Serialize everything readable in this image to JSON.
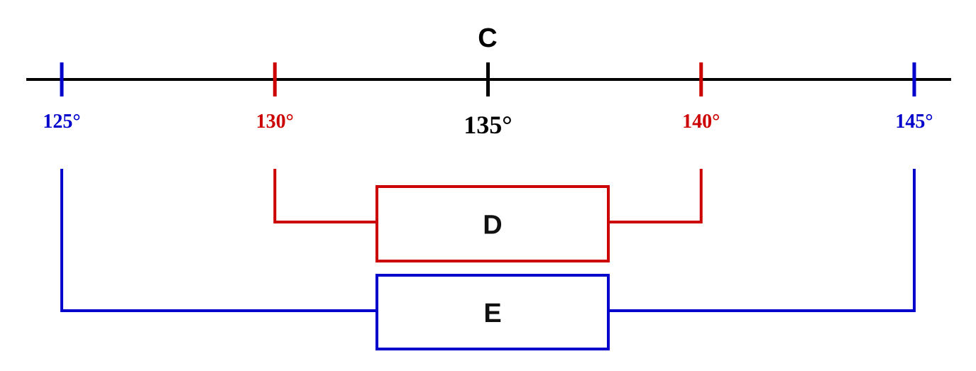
{
  "colors": {
    "axis": "#000000",
    "red": "#cc0000",
    "blue": "#0000cc",
    "background": "#ffffff"
  },
  "axis": {
    "center_label": "C"
  },
  "ticks": [
    {
      "value": 125,
      "label": "125°",
      "color_key": "blue"
    },
    {
      "value": 130,
      "label": "130°",
      "color_key": "red"
    },
    {
      "value": 135,
      "label": "135°",
      "color_key": "axis"
    },
    {
      "value": 140,
      "label": "140°",
      "color_key": "red"
    },
    {
      "value": 145,
      "label": "145°",
      "color_key": "blue"
    }
  ],
  "ranges": [
    {
      "label": "D",
      "min": 130,
      "max": 140,
      "color_key": "red"
    },
    {
      "label": "E",
      "min": 125,
      "max": 145,
      "color_key": "blue"
    }
  ]
}
